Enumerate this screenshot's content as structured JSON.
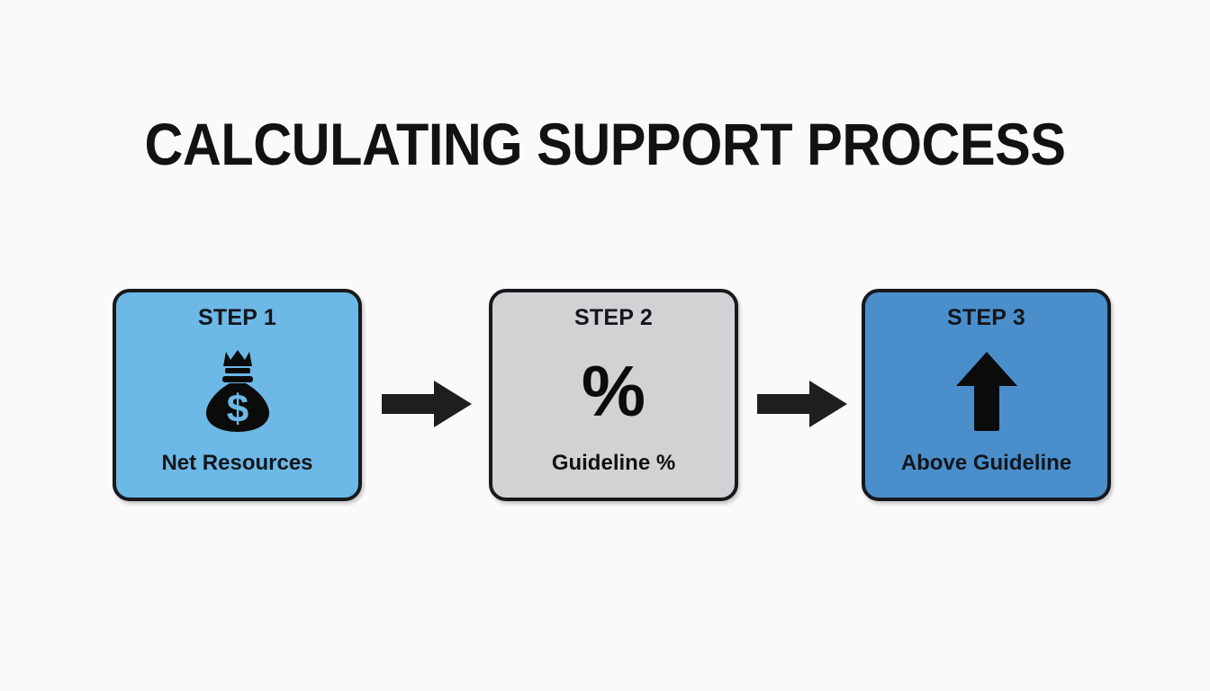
{
  "page": {
    "title": "CALCULATING SUPPORT PROCESS",
    "background_color": "#FAFAFA",
    "title_color": "#121212"
  },
  "colors": {
    "step1_fill": "#6CB8E6",
    "step2_fill": "#D0D2D3",
    "step3_fill": "#4A8FCC",
    "border": "#17191C",
    "icon": "#0B0B0B",
    "arrow": "#1E1E1E"
  },
  "diagram": {
    "type": "process-flow",
    "orientation": "horizontal",
    "step_count": 3,
    "steps": [
      {
        "header": "STEP 1",
        "label": "Net Resources",
        "icon": "money-bag-icon",
        "fill": "#6CB8E6"
      },
      {
        "header": "STEP 2",
        "label": "Guideline %",
        "icon": "percent-icon",
        "glyph": "%",
        "fill": "#D0D2D3"
      },
      {
        "header": "STEP 3",
        "label": "Above Guideline",
        "icon": "arrow-up-icon",
        "fill": "#4A8FCC"
      }
    ],
    "connectors": [
      {
        "from": "STEP 1",
        "to": "STEP 2",
        "icon": "arrow-right-icon"
      },
      {
        "from": "STEP 2",
        "to": "STEP 3",
        "icon": "arrow-right-icon"
      }
    ]
  }
}
